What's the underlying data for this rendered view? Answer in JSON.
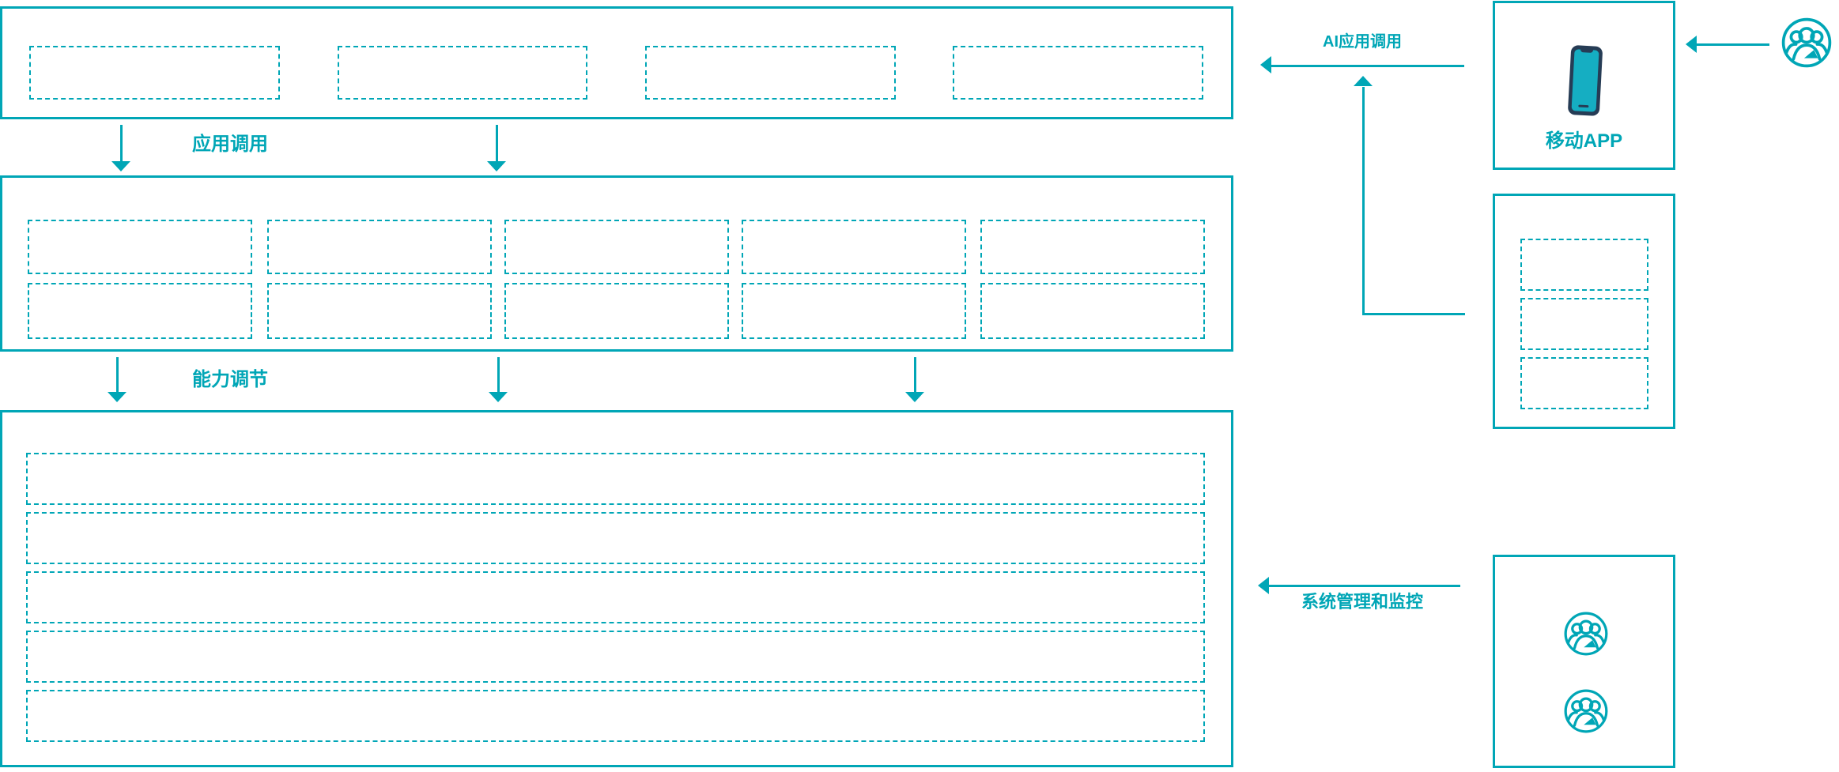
{
  "diagram": {
    "labels": {
      "app_call": "应用调用",
      "capability_adjust": "能力调节",
      "ai_app_call": "AI应用调用",
      "system_monitor": "系统管理和监控",
      "mobile_app": "移动APP"
    },
    "colors": {
      "teal": "#00a6b6",
      "navy": "#263c55",
      "screen": "#15aec2"
    },
    "structure": {
      "top_layer_slots": 4,
      "middle_layer_rows": 2,
      "middle_layer_cols": 5,
      "bottom_layer_rows": 5,
      "right_panel_slots": 3,
      "user_group_icons_bottom": 2,
      "user_group_icons_top": 1
    }
  }
}
